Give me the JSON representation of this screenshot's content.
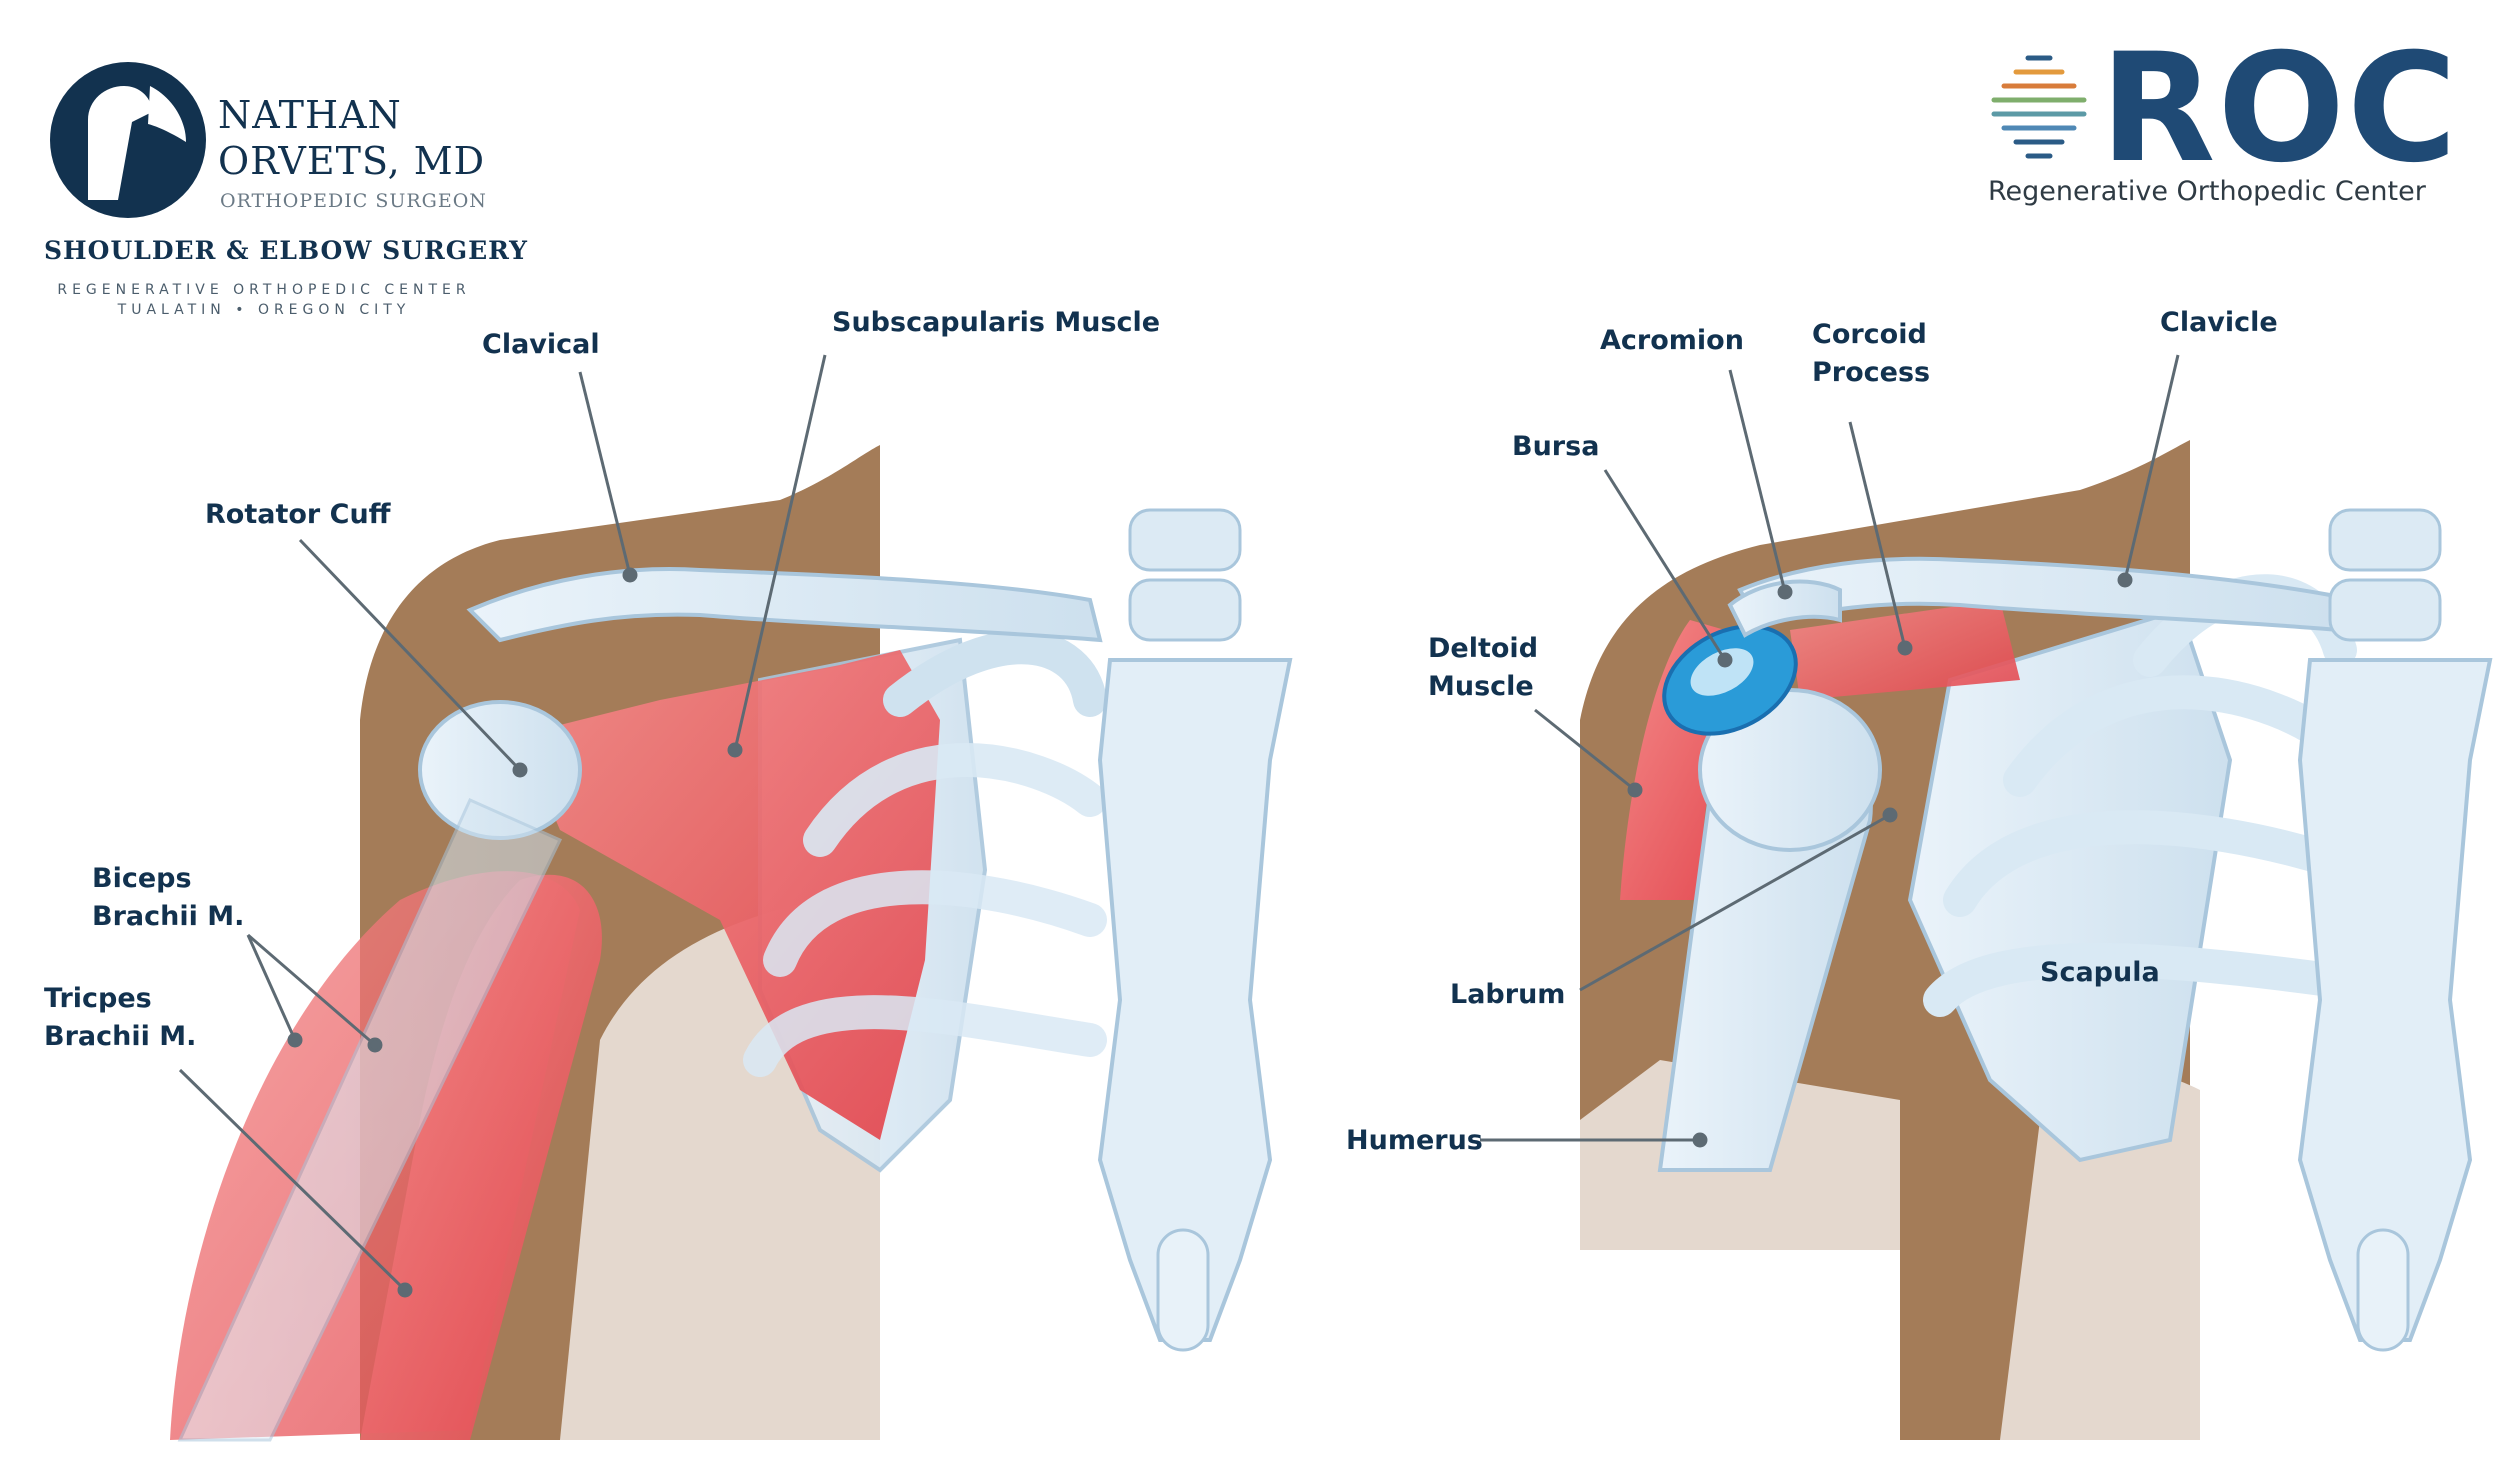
{
  "left_brand": {
    "name_line1": "NATHAN",
    "name_line2": "ORVETS, MD",
    "title": "ORTHOPEDIC SURGEON",
    "specialty": "SHOULDER & ELBOW SURGERY",
    "center": "REGENERATIVE ORTHOPEDIC CENTER",
    "locations": "TUALATIN • OREGON CITY",
    "logo_icon": "shoulder-joint-logo-icon"
  },
  "right_brand": {
    "logo_text": "ROC",
    "subtitle": "Regenerative Orthopedic Center",
    "logo_icon": "striped-diamond-logo-icon"
  },
  "left_labels": {
    "clavical": "Clavical",
    "subscapularis": "Subscapularis Muscle",
    "rotator_cuff": "Rotator Cuff",
    "biceps_line1": "Biceps",
    "biceps_line2": "Brachii M.",
    "triceps_line1": "Tricpes",
    "triceps_line2": "Brachii M."
  },
  "right_labels": {
    "acromion": "Acromion",
    "corcoid_line1": "Corcoid",
    "corcoid_line2": "Process",
    "clavicle": "Clavicle",
    "bursa": "Bursa",
    "deltoid_line1": "Deltoid",
    "deltoid_line2": "Muscle",
    "labrum": "Labrum",
    "humerus": "Humerus",
    "scapula": "Scapula"
  },
  "colors": {
    "navy": "#12324f",
    "skin": "#a47c58",
    "bone": "#d7e8f4",
    "bone_outline": "#a9c6dc",
    "muscle": "#e9585e",
    "bursa": "#2a9bd8",
    "leader": "#5d6a73"
  }
}
